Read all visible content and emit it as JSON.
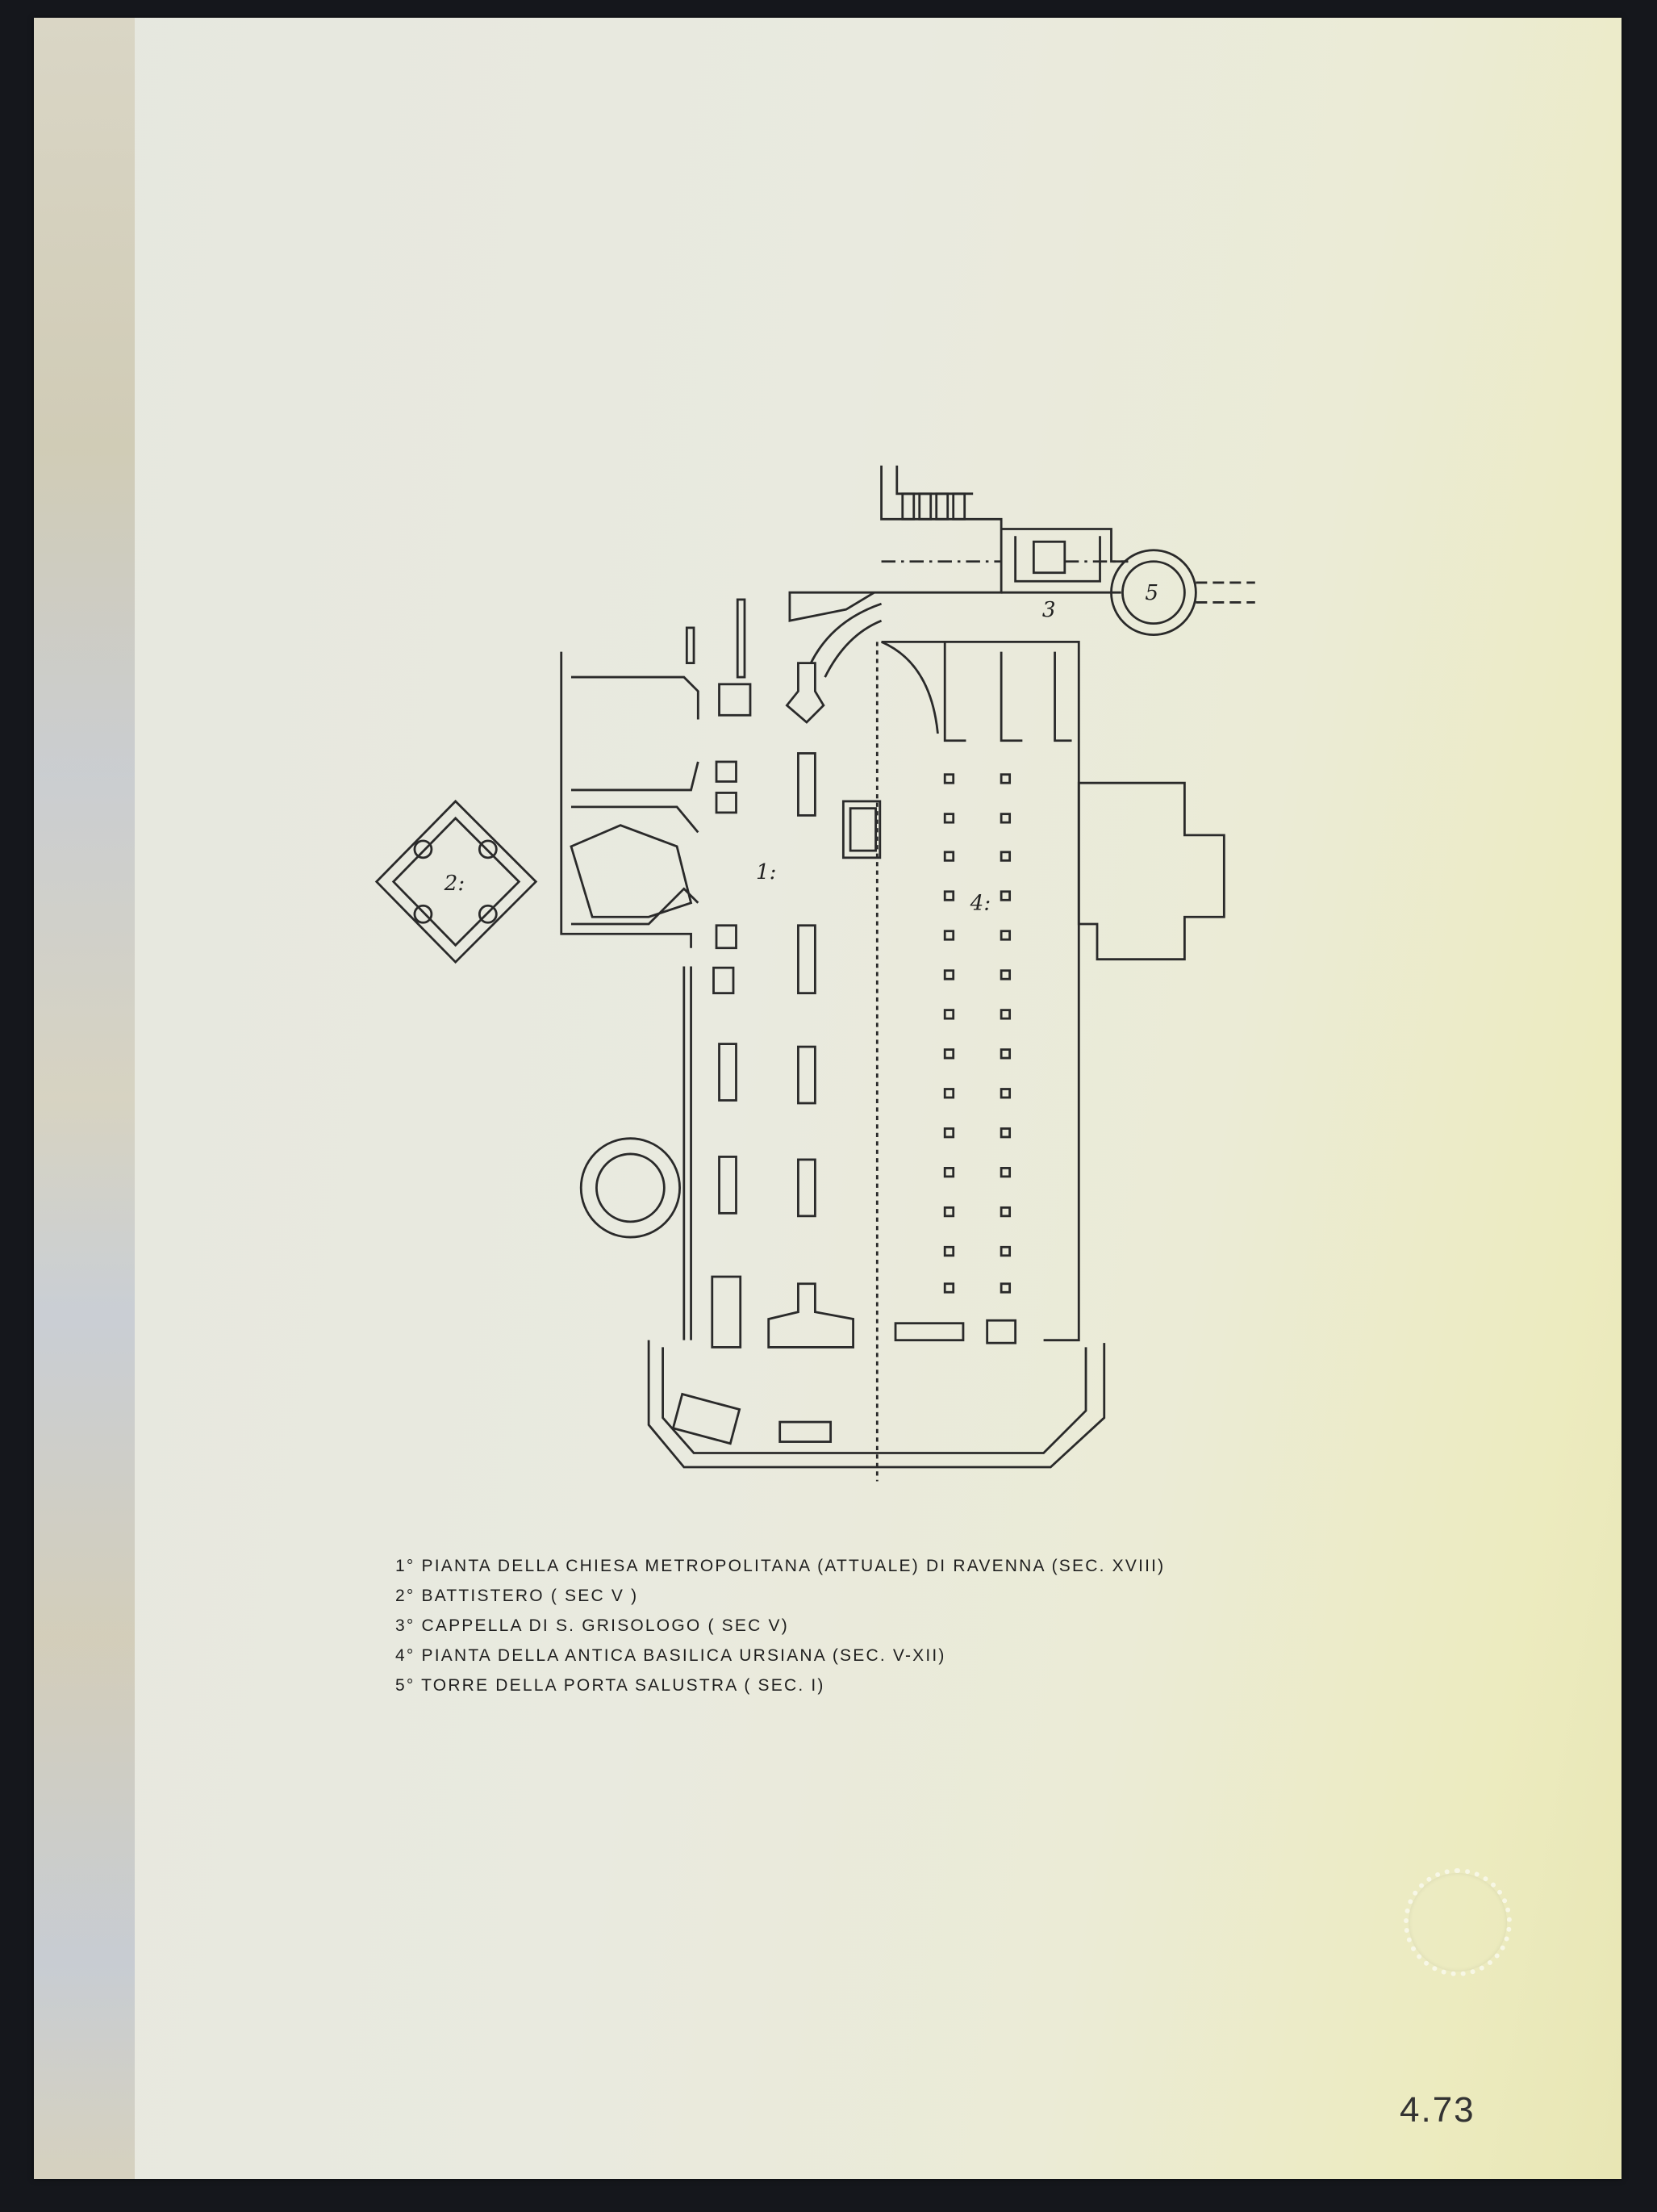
{
  "plan_labels": {
    "n1": "1:",
    "n2": "2:",
    "n3": "3",
    "n4": "4:",
    "n5": "5"
  },
  "legend": [
    "1° PIANTA DELLA CHIESA METROPOLITANA (ATTUALE) DI RAVENNA (SEC. XVIII)",
    "2° BATTISTERO ( SEC V )",
    "3° CAPPELLA DI S. GRISOLOGO ( SEC V)",
    "4° PIANTA DELLA ANTICA BASILICA URSIANA (SEC. V-XII)",
    "5° TORRE DELLA PORTA SALUSTRA ( SEC. I)"
  ],
  "document_number": "4.73"
}
